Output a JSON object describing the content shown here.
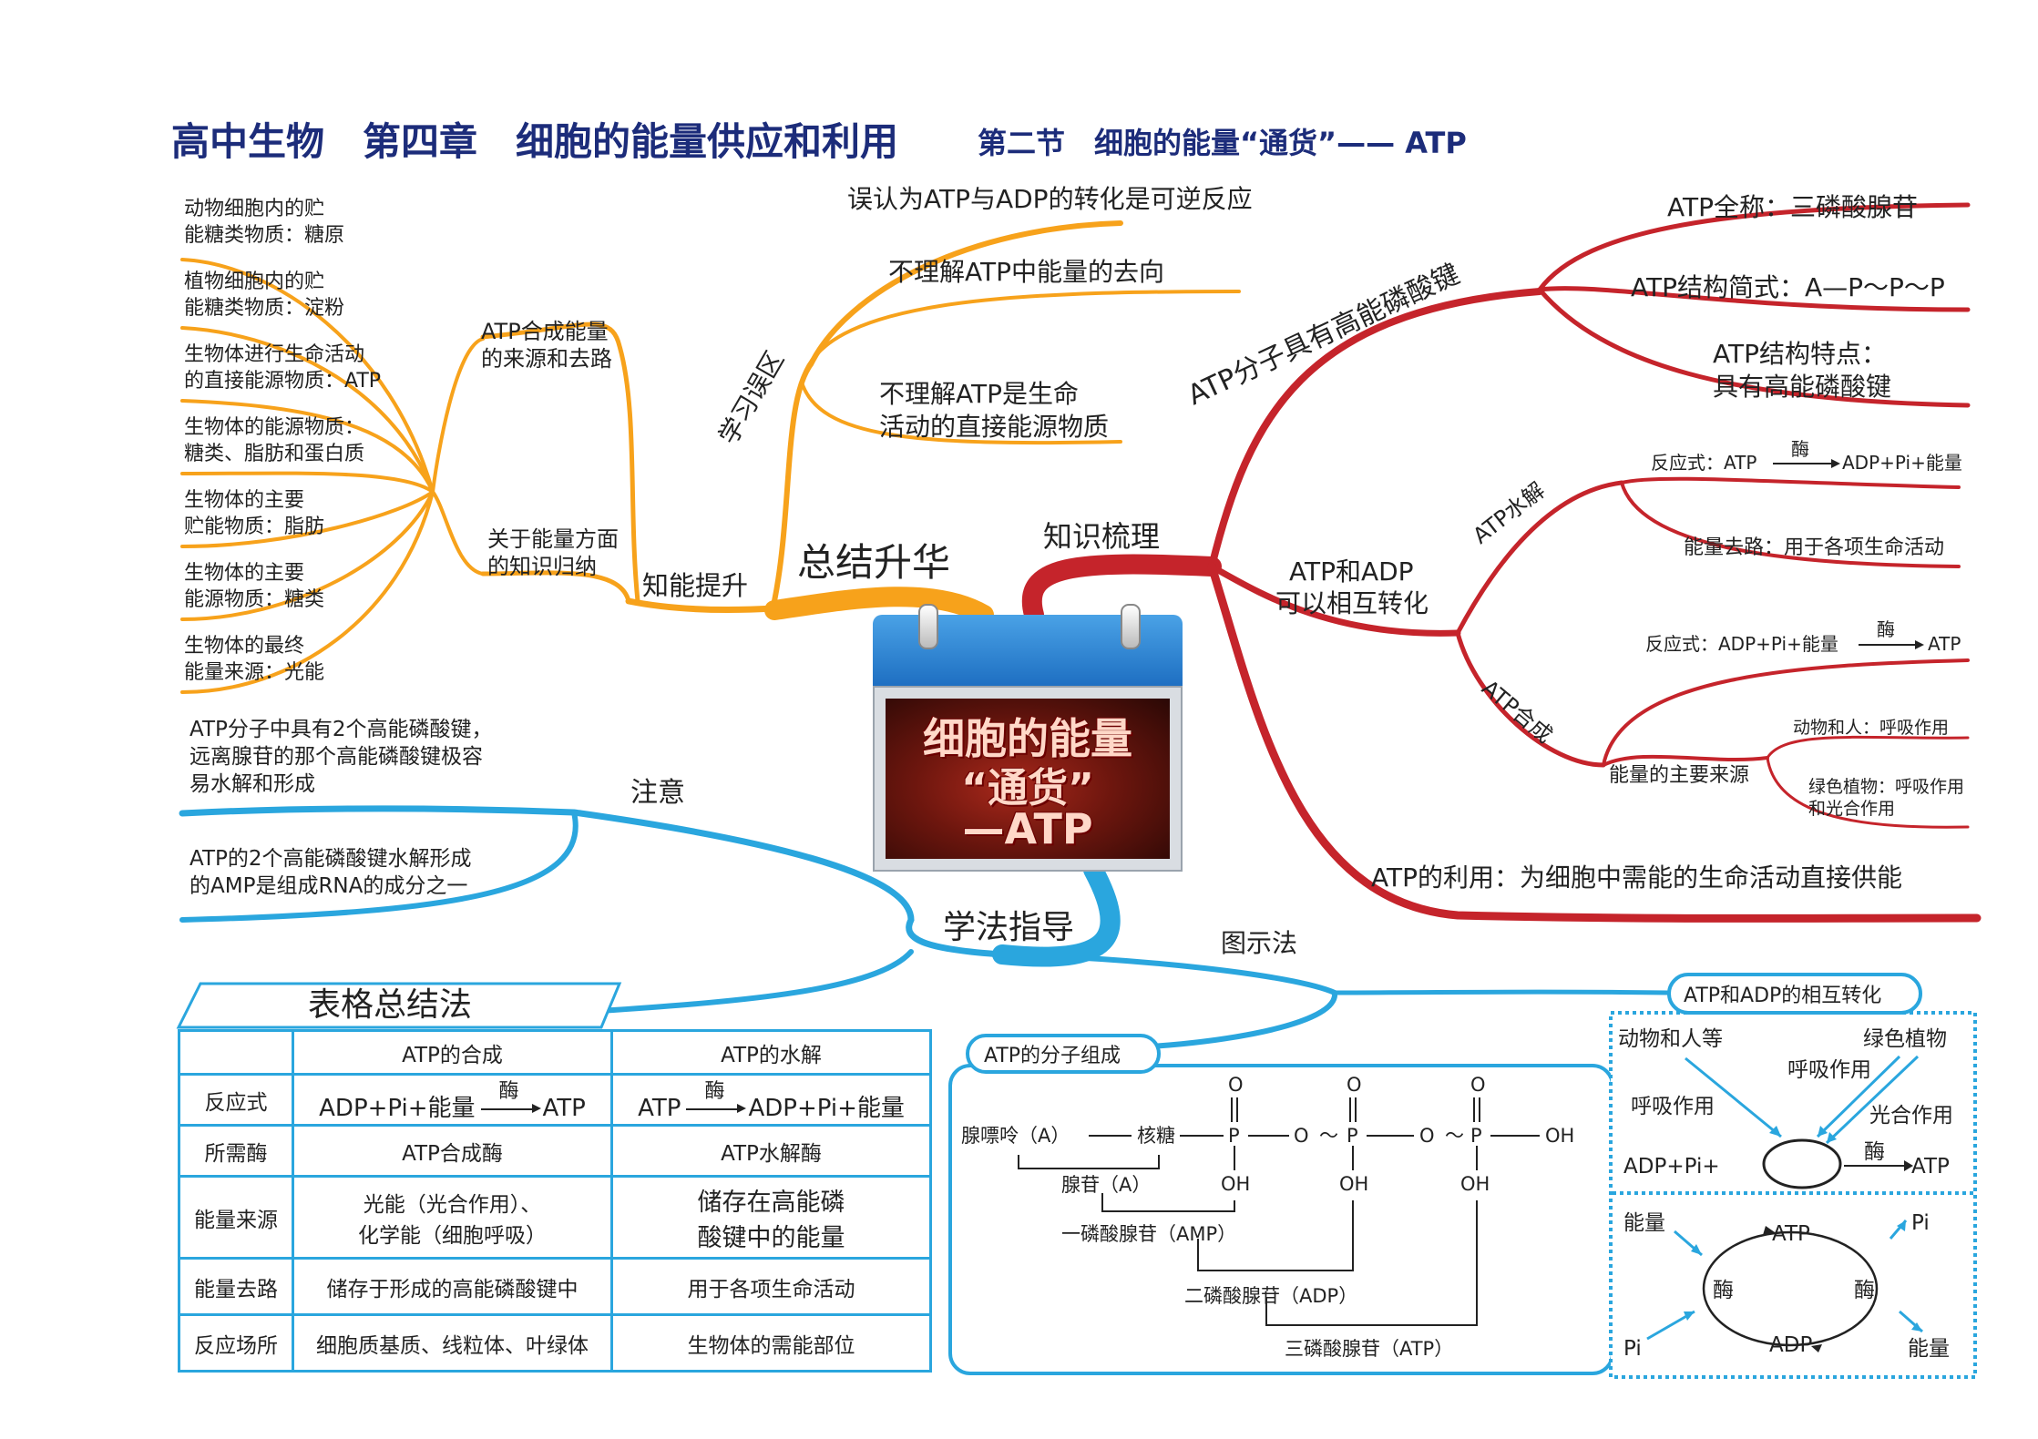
{
  "title": {
    "main": "高中生物　第四章　细胞的能量供应和利用",
    "sub": "第二节　细胞的能量“通货”—— ATP"
  },
  "center": {
    "line1": "细胞的能量",
    "line2": "“通货”",
    "line3": "—ATP"
  },
  "branches": {
    "summary": "总结升华",
    "knowledge": "知识梳理",
    "method": "学法指导"
  },
  "summary": {
    "ability": "知能提升",
    "misconception": "学习误区",
    "synth": [
      "ATP合成能量",
      "的来源和去路"
    ],
    "energy": [
      "关于能量方面",
      "的知识归纳"
    ],
    "leaves": [
      [
        "动物细胞内的贮",
        "能糖类物质：糖原"
      ],
      [
        "植物细胞内的贮",
        "能糖类物质：淀粉"
      ],
      [
        "生物体进行生命活动",
        "的直接能源物质：ATP"
      ],
      [
        "生物体的能源物质：",
        "糖类、脂肪和蛋白质"
      ],
      [
        "生物体的主要",
        "贮能物质：脂肪"
      ],
      [
        "生物体的主要",
        "能源物质：糖类"
      ],
      [
        "生物体的最终",
        "能量来源：光能"
      ]
    ],
    "mis": [
      "误认为ATP与ADP的转化是可逆反应",
      "不理解ATP中能量的去向",
      [
        "不理解ATP是生命",
        "活动的直接能源物质"
      ]
    ]
  },
  "knowledge": {
    "highbond": "ATP分子具有高能磷酸键",
    "fullname": "ATP全称：三磷酸腺苷",
    "formula": "ATP结构简式：A—P～P～P",
    "feature": [
      "ATP结构特点：",
      "具有高能磷酸键"
    ],
    "inter": [
      "ATP和ADP",
      "可以相互转化"
    ],
    "hydrolysis": "ATP水解",
    "synthesis": "ATP合成",
    "hydro_left": "反应式：ATP",
    "hydro_right": "ADP+Pi+能量",
    "enzyme": "酶",
    "hydro_use": "能量去路：用于各项生命活动",
    "syn_left": "反应式：ADP+Pi+能量",
    "syn_right": "ATP",
    "source": "能量的主要来源",
    "src_animal": "动物和人：呼吸作用",
    "src_plant": [
      "绿色植物：呼吸作用",
      "和光合作用"
    ],
    "use": "ATP的利用：为细胞中需能的生命活动直接供能"
  },
  "method": {
    "note": "注意",
    "note1": [
      "ATP分子中具有2个高能磷酸键，",
      "远离腺苷的那个高能磷酸键极容",
      "易水解和形成"
    ],
    "note2": [
      "ATP的2个高能磷酸键水解形成",
      "的AMP是组成RNA的成分之一"
    ],
    "diagram": "图示法",
    "table_title": "表格总结法"
  },
  "table": {
    "headers": [
      "",
      "ATP的合成",
      "ATP的水解"
    ],
    "rows": [
      {
        "label": "反应式",
        "a_left": "ADP+Pi+能量",
        "a_right": "ATP",
        "b_left": "ATP",
        "b_right": "ADP+Pi+能量"
      },
      {
        "label": "所需酶",
        "a": "ATP合成酶",
        "b": "ATP水解酶"
      },
      {
        "label": "能量来源",
        "a": [
          "光能（光合作用）、",
          "化学能（细胞呼吸）"
        ],
        "b": [
          "储存在高能磷",
          "酸键中的能量"
        ]
      },
      {
        "label": "能量去路",
        "a": "储存于形成的高能磷酸键中",
        "b": "用于各项生命活动"
      },
      {
        "label": "反应场所",
        "a": "细胞质基质、线粒体、叶绿体",
        "b": "生物体的需能部位"
      }
    ]
  },
  "molecule": {
    "title": "ATP的分子组成",
    "adenine": "腺嘌呤（A）",
    "ribose": "核糖",
    "P": "P",
    "O": "O",
    "OH": "OH",
    "bond": "～",
    "adenosine": "腺苷（A）",
    "amp": "一磷酸腺苷（AMP）",
    "adp": "二磷酸腺苷（ADP）",
    "atp": "三磷酸腺苷（ATP）"
  },
  "conv": {
    "title": "ATP和ADP的相互转化",
    "animal": "动物和人等",
    "plant": "绿色植物",
    "resp": "呼吸作用",
    "resp2": "呼吸作用",
    "photo": "光合作用",
    "adp": "ADP+Pi+",
    "energy": "能量",
    "enzyme": "酶",
    "atp": "ATP",
    "c_energy": "能量",
    "c_atp": "ATP",
    "c_pi": "Pi",
    "c_enz": "酶",
    "c_pi2": "Pi",
    "c_adp": "ADP",
    "c_enz2": "酶",
    "c_energy2": "能量"
  },
  "colors": {
    "title": "#1c2c7a",
    "orange": "#f7a21b",
    "red": "#c5242b",
    "blue": "#2aa6de"
  }
}
